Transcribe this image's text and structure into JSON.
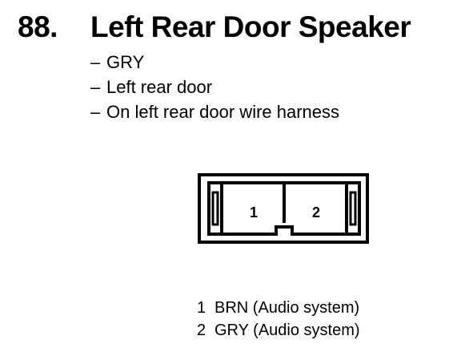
{
  "header": {
    "number": "88.",
    "title": "Left Rear Door Speaker"
  },
  "details": [
    {
      "dash": "–",
      "text": "GRY"
    },
    {
      "dash": "–",
      "text": "Left rear door"
    },
    {
      "dash": "–",
      "text": "On left rear door wire harness"
    }
  ],
  "connector": {
    "pin_labels": [
      "1",
      "2"
    ]
  },
  "pins": [
    {
      "num": "1",
      "desc": "BRN (Audio system)"
    },
    {
      "num": "2",
      "desc": "GRY (Audio system)"
    }
  ]
}
